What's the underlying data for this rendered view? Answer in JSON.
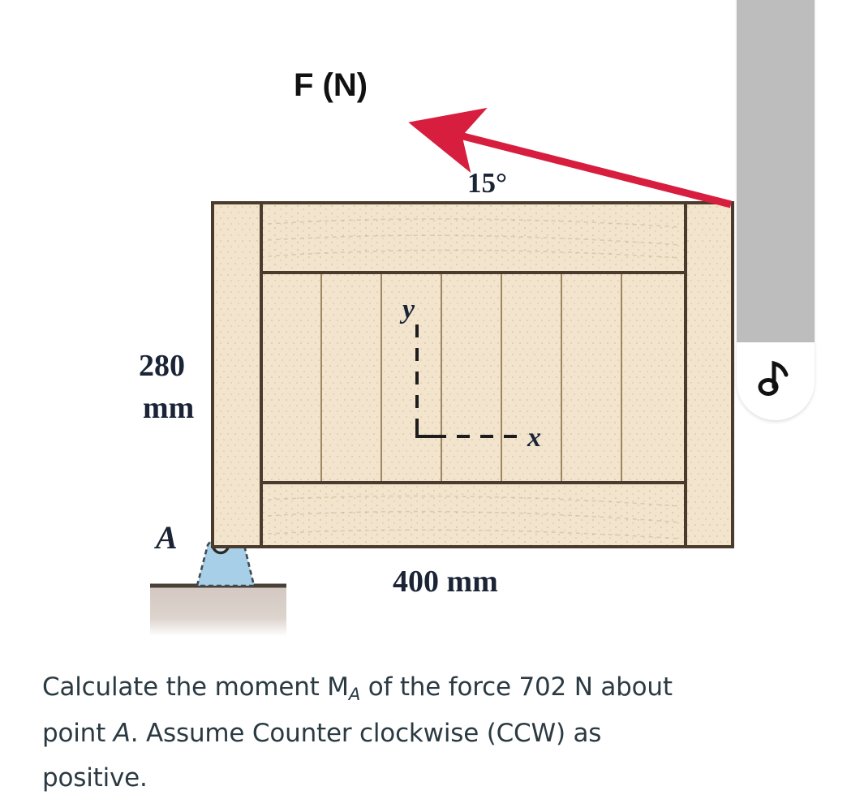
{
  "figure": {
    "force_label": "F (N)",
    "angle_label": "15°",
    "height_label_line1": "280",
    "height_label_line2": "mm",
    "width_label": "400 mm",
    "support_point_label": "A",
    "axis_y_label": "y",
    "axis_x_label": "x",
    "colors": {
      "force_arrow": "#d81e3f",
      "wood_light": "#f2e4cd",
      "wood_mid": "#ecdcc0",
      "wood_outline": "#4a3b2c",
      "support_blue": "#a8cfe8",
      "ground": "#d5cbc4",
      "text_navy": "#1b2436"
    }
  },
  "side_panel": {
    "icon_name": "music-note-icon",
    "icon_glyph": "♪",
    "background_color": "#bdbdbd"
  },
  "problem": {
    "line1_a": "Calculate the moment M",
    "line1_sub": "A",
    "line1_b": " of the force 702 N about",
    "line2_a": "point ",
    "line2_italic": "A",
    "line2_b": ". Assume Counter clockwise (CCW) as",
    "line3": "positive.",
    "force_value": "702 N",
    "moment_symbol": "M_A",
    "sign_convention": "CCW positive"
  }
}
